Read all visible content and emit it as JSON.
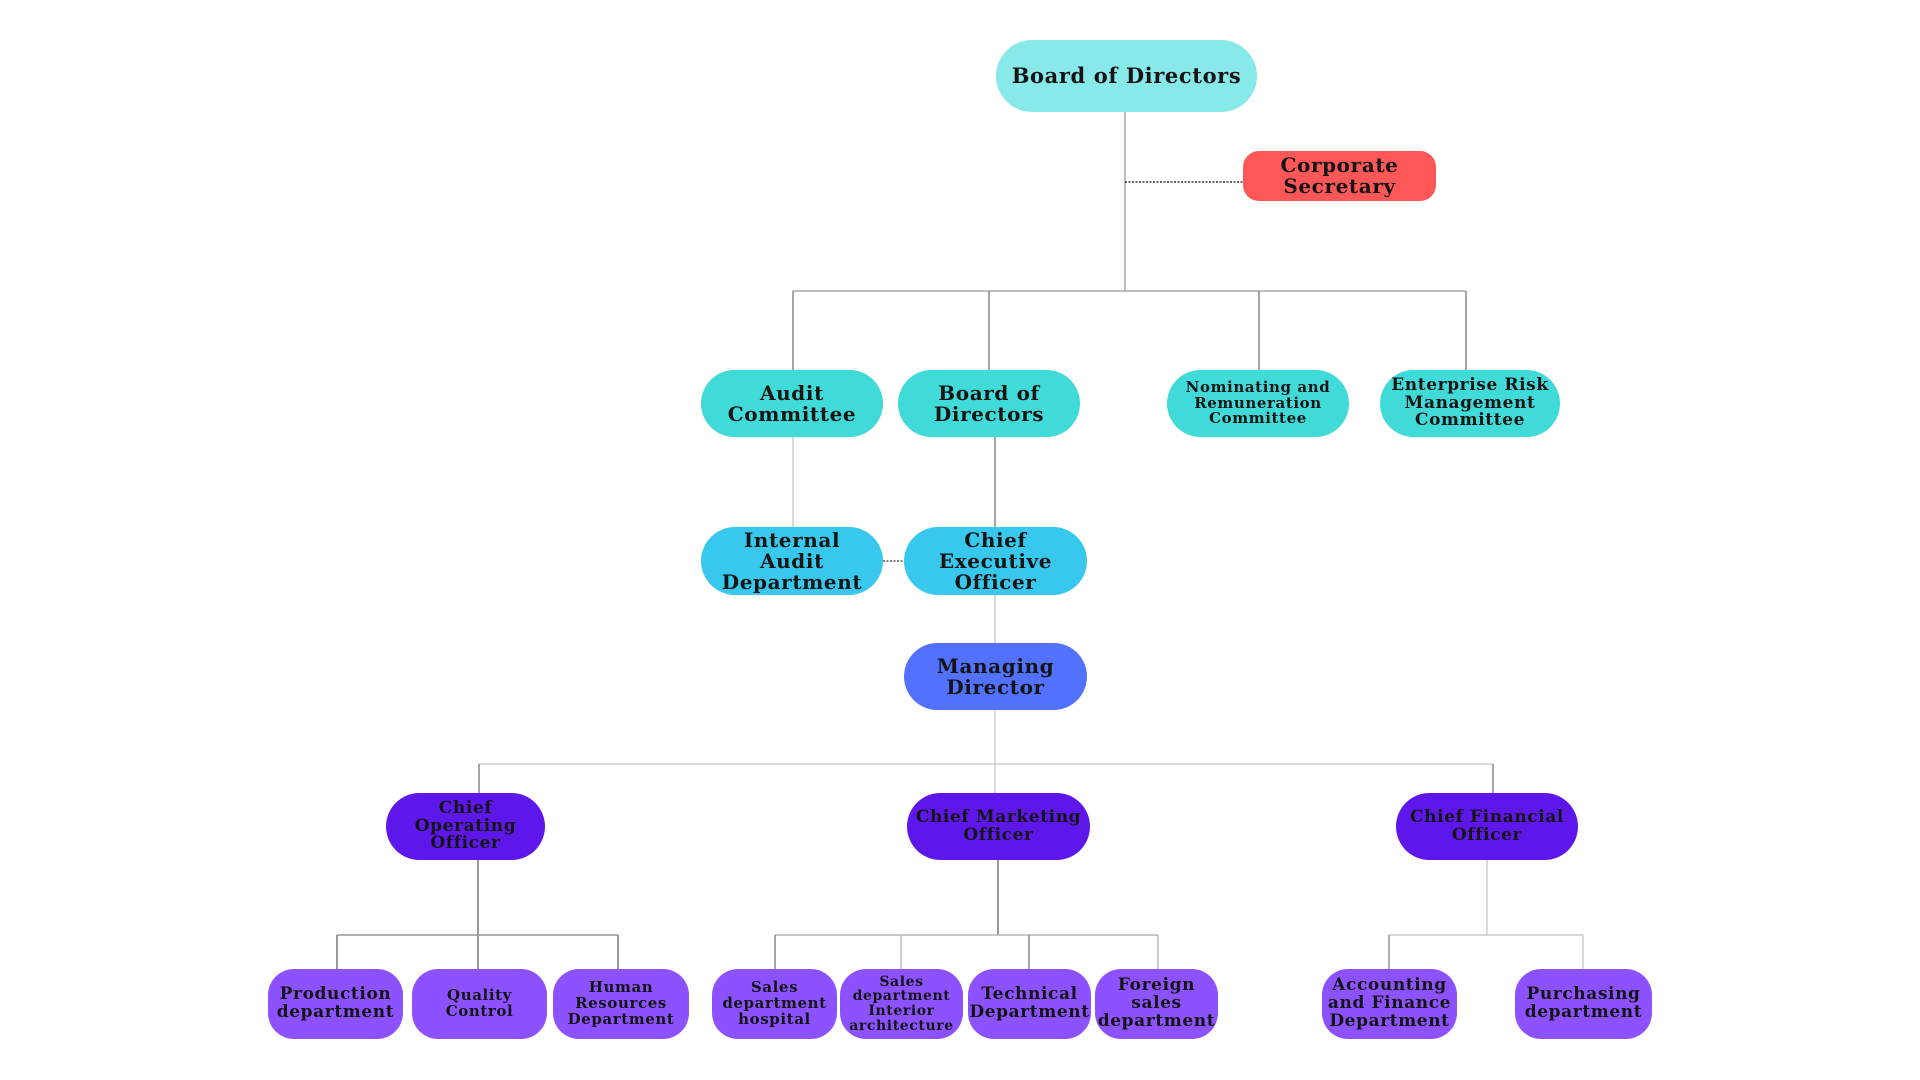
{
  "title": "Organization Chart",
  "colors": {
    "board": "#88e9e9",
    "secretary": "#ff5757",
    "committee": "#40dad8",
    "executive": "#38c8ee",
    "managing": "#5271ff",
    "chief": "#5e17eb",
    "department": "#8c52ff",
    "line": "#9a9a9a"
  },
  "nodes": {
    "board_top": "Board of Directors",
    "corporate_secretary": "Corporate Secretary",
    "audit_committee": "Audit Committee",
    "board_of_directors": "Board of Directors",
    "nominating": "Nominating and Remuneration Committee",
    "erm": "Enterprise Risk Management Committee",
    "internal_audit": "Internal Audit Department",
    "ceo": "Chief Executive Officer",
    "managing_director": "Managing Director",
    "coo": "Chief Operating Officer",
    "cmo": "Chief Marketing Officer",
    "cfo": "Chief Financial Officer",
    "production": "Production department",
    "quality": "Quality Control",
    "hr": "Human Resources Department",
    "sales_hospital": "Sales department hospital",
    "sales_interior": "Sales department Interior architecture",
    "technical": "Technical Department",
    "foreign_sales": "Foreign sales department",
    "accounting": "Accounting and Finance Department",
    "purchasing": "Purchasing department"
  }
}
